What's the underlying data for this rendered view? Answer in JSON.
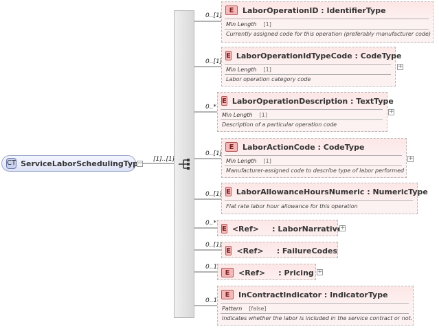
{
  "complex_type": {
    "badge": "CT",
    "name": "ServiceLaborSchedulingType",
    "multiplicity": "[1]..[1]"
  },
  "elements": [
    {
      "badge": "E",
      "name": "LaborOperationID : IdentifierType",
      "multiplicity": "0..[1]",
      "facet_name": "Min Length",
      "facet_value": "[1]",
      "description": "Currently assigned code for this operation (preferably manufacturer code)"
    },
    {
      "badge": "E",
      "name": "LaborOperationIdTypeCode : CodeType",
      "multiplicity": "0..[1]",
      "facet_name": "Min Length",
      "facet_value": "[1]",
      "description": "Labor operation category code"
    },
    {
      "badge": "E",
      "name": "LaborOperationDescription : TextType",
      "multiplicity": "0..*",
      "facet_name": "Min Length",
      "facet_value": "[1]",
      "description": "Description of a particular operation code"
    },
    {
      "badge": "E",
      "name": "LaborActionCode : CodeType",
      "multiplicity": "0..[1]",
      "facet_name": "Min Length",
      "facet_value": "[1]",
      "description": "Manufacturer-assigned code to describe type of labor performed"
    },
    {
      "badge": "E",
      "name": "LaborAllowanceHoursNumeric : NumericType",
      "multiplicity": "0..[1]",
      "description": "Flat rate labor hour allowance for this operation"
    },
    {
      "badge": "E",
      "name": "<Ref>     : LaborNarrative",
      "multiplicity": "0..*"
    },
    {
      "badge": "E",
      "name": "<Ref>     : FailureCodes",
      "multiplicity": "0..[1]"
    },
    {
      "badge": "E",
      "name": "<Ref>     : Pricing",
      "multiplicity": "0..1"
    },
    {
      "badge": "E",
      "name": "InContractIndicator : IndicatorType",
      "multiplicity": "0..1",
      "facet_name": "Pattern",
      "facet_value": "[false]",
      "description": "Indicates whether the labor is included in the service contract or not."
    }
  ],
  "colors": {
    "element_fill": "#fdf2f2",
    "element_badge": "#f4b8b8",
    "ct_fill": "#dde2f6",
    "ct_badge": "#c9d1ef"
  },
  "icons": {
    "collapse": "minus-icon",
    "expand": "plus-icon",
    "sequence": "sequence-compositor-icon"
  }
}
